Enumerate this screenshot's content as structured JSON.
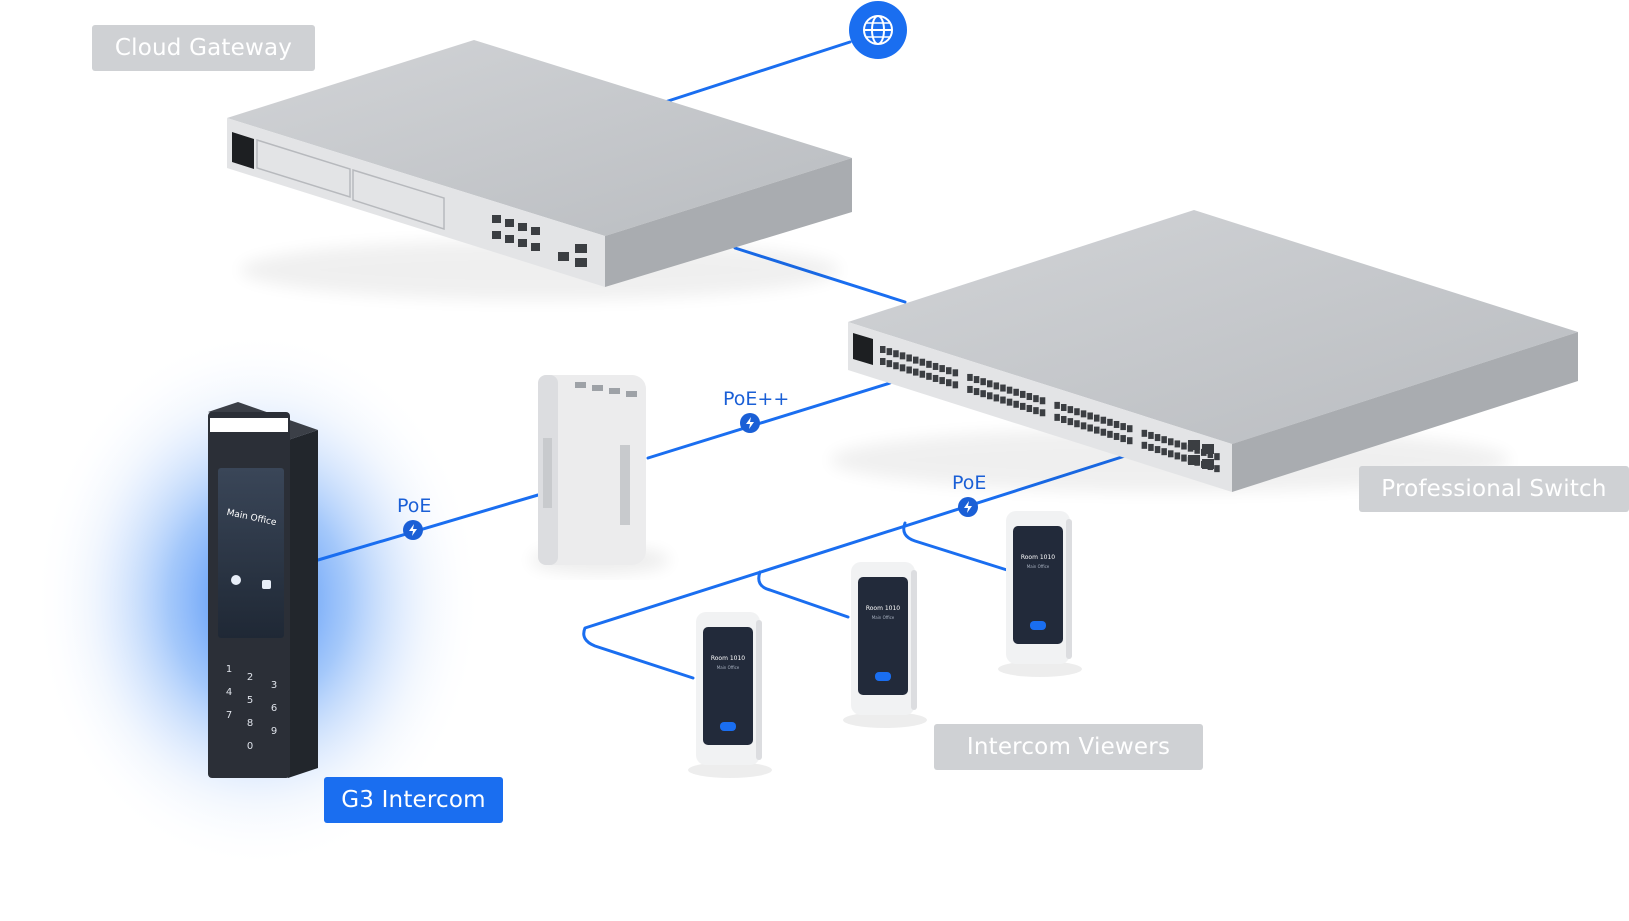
{
  "labels": {
    "cloud_gateway": "Cloud Gateway",
    "professional_switch": "Professional Switch",
    "g3_intercom": "G3 Intercom",
    "intercom_viewers": "Intercom Viewers"
  },
  "connections": {
    "poe_intercom": "PoE",
    "poe_plus_plus": "PoE++",
    "poe_viewers": "PoE"
  },
  "intercom_screen": {
    "title": "Main Office",
    "keys": [
      "1",
      "2",
      "3",
      "4",
      "5",
      "6",
      "7",
      "8",
      "9",
      "0"
    ]
  },
  "viewer_screen": {
    "title": "Room 1010",
    "subtitle": "Main Office"
  },
  "icons": {
    "internet": "globe-icon",
    "power": "lightning-icon"
  },
  "colors": {
    "link": "#1a6ef0",
    "label_active": "#1a6ef0",
    "label_inactive": "#cfd1d4",
    "device_body": "#c9cbce"
  }
}
